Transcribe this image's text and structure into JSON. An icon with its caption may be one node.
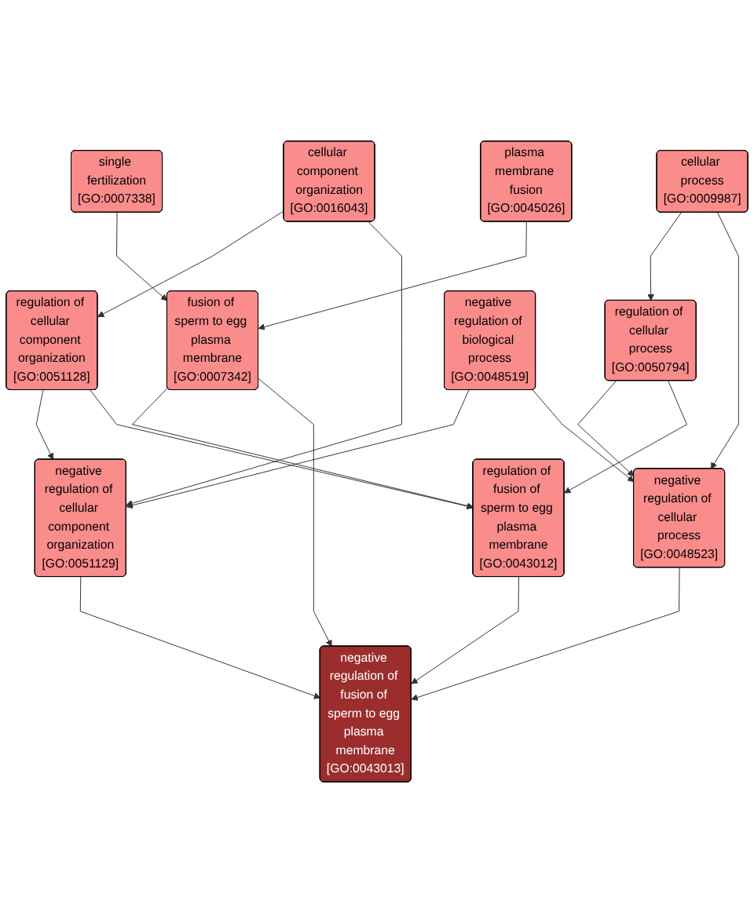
{
  "diagram": {
    "nodes": [
      {
        "text": [
          "cellular component organization",
          "[GO:0016043]"
        ]
      },
      {
        "text": [
          "cellular process",
          "[GO:0009987]"
        ]
      },
      {
        "text": [
          "single fertilization",
          "[GO:0007338]"
        ]
      },
      {
        "text": [
          "plasma membrane fusion",
          "[GO:0045026]"
        ]
      },
      {
        "text": [
          "negative regulation of biological process",
          "[GO:0048519]"
        ]
      },
      {
        "text": [
          "regulation of cellular component organization",
          "[GO:0051128]"
        ]
      },
      {
        "text": [
          "regulation of cellular process",
          "[GO:0050794]"
        ]
      },
      {
        "text": [
          "fusion of sperm to egg plasma membrane",
          "[GO:0007342]"
        ]
      },
      {
        "text": [
          "negative regulation of cellular component organization",
          "[GO:0051129]"
        ]
      },
      {
        "text": [
          "negative regulation of cellular process",
          "[GO:0048523]"
        ]
      },
      {
        "text": [
          "regulation of fusion of sperm to egg plasma membrane",
          "[GO:0043012]"
        ]
      },
      {
        "text": [
          "negative regulation of fusion of sperm to egg plasma membrane",
          "[GO:0043013]"
        ]
      }
    ],
    "edges": [
      {
        "from": 0,
        "to": 5,
        "arrow": "to"
      },
      {
        "from": 0,
        "to": 8,
        "arrow": "to"
      },
      {
        "from": 1,
        "to": 6,
        "arrow": "to"
      },
      {
        "from": 1,
        "to": 9,
        "arrow": "to"
      },
      {
        "from": 2,
        "to": 7,
        "arrow": "to"
      },
      {
        "from": 3,
        "to": 7,
        "arrow": "to"
      },
      {
        "from": 4,
        "to": 8,
        "arrow": "to"
      },
      {
        "from": 4,
        "to": 9,
        "arrow": "to"
      },
      {
        "from": 5,
        "to": 8,
        "arrow": "to"
      },
      {
        "from": 5,
        "to": 10,
        "arrow": "to"
      },
      {
        "from": 6,
        "to": 9,
        "arrow": "to"
      },
      {
        "from": 6,
        "to": 10,
        "arrow": "to"
      },
      {
        "from": 7,
        "to": 10,
        "arrow": "to"
      },
      {
        "from": 7,
        "to": 11,
        "arrow": "to"
      },
      {
        "from": 8,
        "to": 11,
        "arrow": "to"
      },
      {
        "from": 9,
        "to": 11,
        "arrow": "to"
      },
      {
        "from": 10,
        "to": 11,
        "arrow": "to"
      }
    ]
  }
}
